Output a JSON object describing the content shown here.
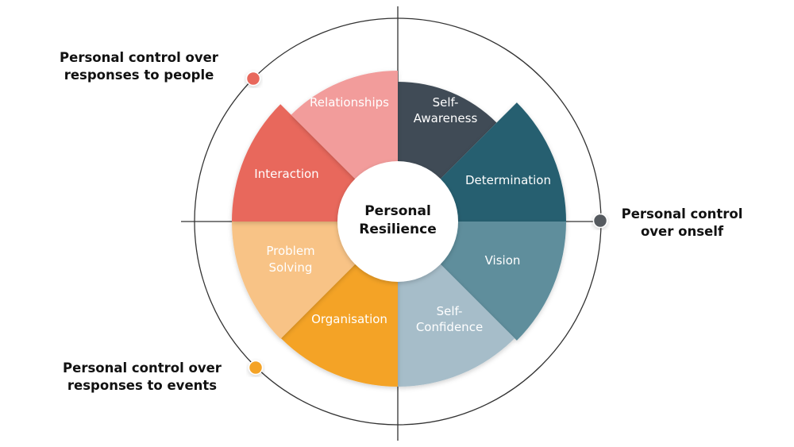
{
  "center": {
    "line1": "Personal",
    "line2": "Resilience"
  },
  "segments": [
    {
      "id": "self-awareness",
      "lines": [
        "Self-",
        "Awareness"
      ],
      "color": "#3f4c56"
    },
    {
      "id": "determination",
      "lines": [
        "Determination"
      ],
      "color": "#275f70"
    },
    {
      "id": "vision",
      "lines": [
        "Vision"
      ],
      "color": "#5e8e9c"
    },
    {
      "id": "self-confidence",
      "lines": [
        "Self-",
        "Confidence"
      ],
      "color": "#a6bdc9"
    },
    {
      "id": "organisation",
      "lines": [
        "Organisation"
      ],
      "color": "#f4a328"
    },
    {
      "id": "problem-solving",
      "lines": [
        "Problem",
        "Solving"
      ],
      "color": "#f8c386"
    },
    {
      "id": "interaction",
      "lines": [
        "Interaction"
      ],
      "color": "#e8675c"
    },
    {
      "id": "relationships",
      "lines": [
        "Relationships"
      ],
      "color": "#f29c9b"
    }
  ],
  "side_labels": {
    "people": {
      "line1": "Personal control over",
      "line2": "responses to people",
      "dot_color": "#e8675c"
    },
    "self": {
      "line1": "Personal control",
      "line2": "over onself",
      "dot_color": "#555a5e"
    },
    "events": {
      "line1": "Personal control over",
      "line2": "responses to events",
      "dot_color": "#f4a328"
    }
  },
  "colors": {
    "outline": "#333333",
    "center_fill": "#ffffff"
  }
}
